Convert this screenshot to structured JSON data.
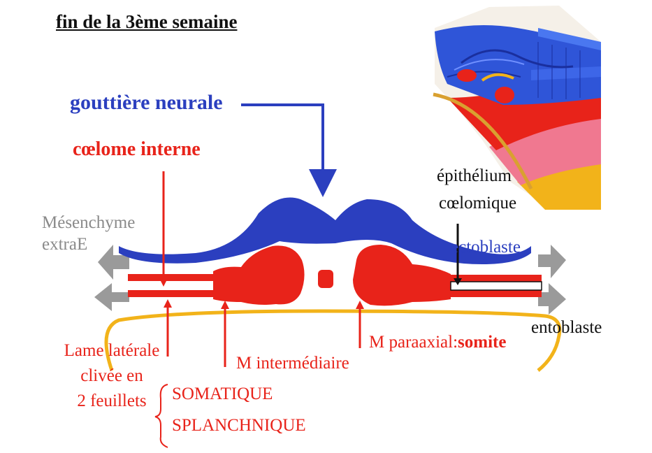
{
  "title": "fin de la 3ème semaine",
  "labels": {
    "gouttiere": "gouttière neurale",
    "coelome": "cœlome interne",
    "mesenchyme_1": "Mésenchyme",
    "mesenchyme_2": "extraE",
    "epithelium_1": "épithélium",
    "epithelium_2": "cœlomique",
    "ectoblaste": "ectoblaste",
    "entoblaste": "entoblaste",
    "lame_1": "Lame latérale",
    "lame_2": "clivée en",
    "lame_3": "2 feuillets",
    "intermediaire": "M intermédiaire",
    "paraaxial_prefix": "M paraaxial:",
    "paraaxial_bold": "somite",
    "somatique": "SOMATIQUE",
    "splanchnique": "SPLANCHNIQUE"
  },
  "colors": {
    "ectoderm_blue": "#2b3fbf",
    "mesoderm_red": "#e8231a",
    "endoderm_yellow": "#f2b31a",
    "arrow_grey": "#9a9a9a",
    "inset_pink": "#f07890",
    "inset_orange": "#f0a040"
  }
}
